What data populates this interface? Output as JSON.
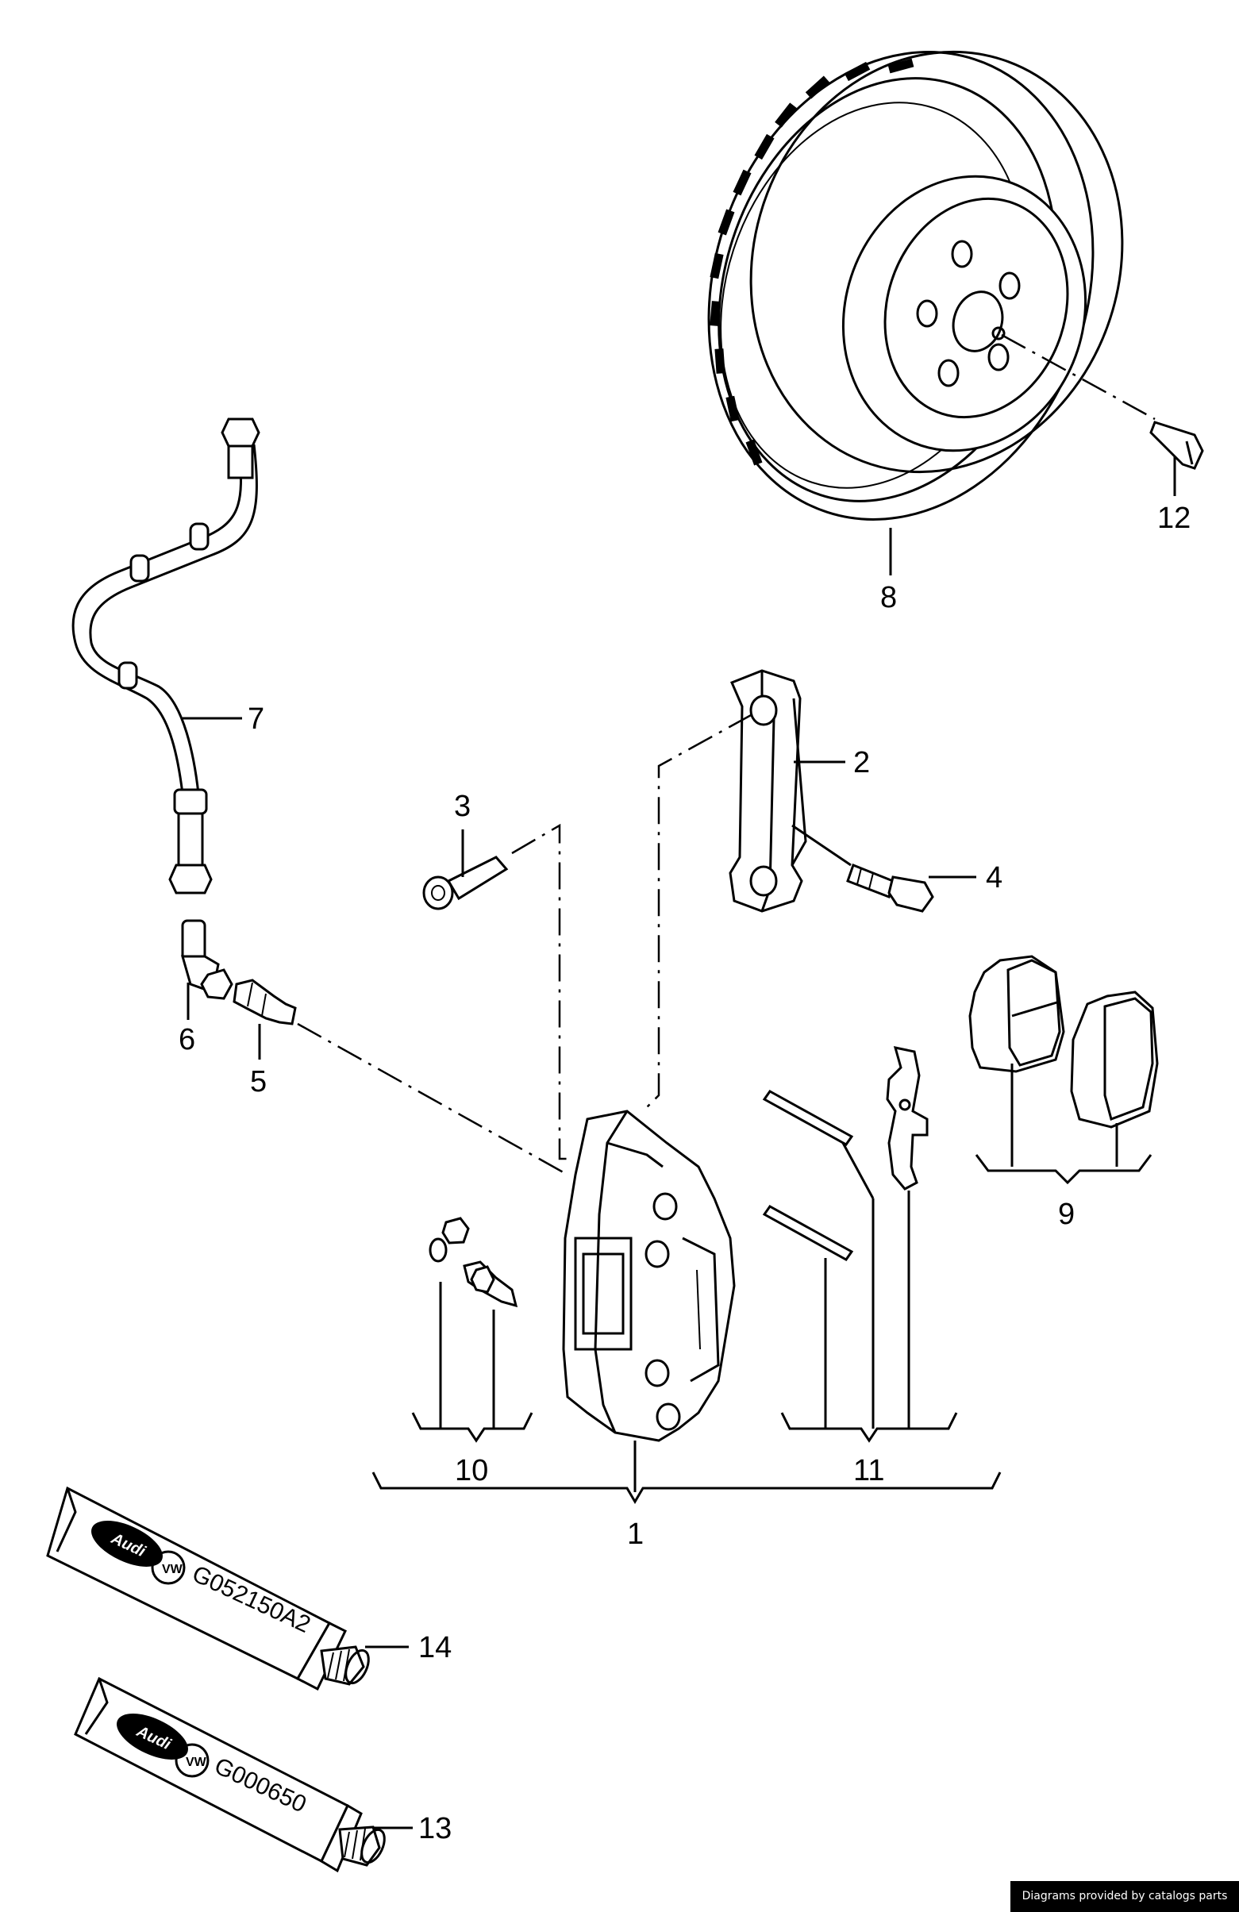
{
  "callouts": {
    "c1": "1",
    "c2": "2",
    "c3": "3",
    "c4": "4",
    "c5": "5",
    "c6": "6",
    "c7": "7",
    "c8": "8",
    "c9": "9",
    "c10": "10",
    "c11": "11",
    "c12": "12",
    "c13": "13",
    "c14": "14"
  },
  "tubes": {
    "upper": {
      "logo": "Audi",
      "code": "G052150A2"
    },
    "lower": {
      "logo": "Audi",
      "code": "G000650"
    }
  },
  "credit": "Diagrams provided by catalogs parts"
}
